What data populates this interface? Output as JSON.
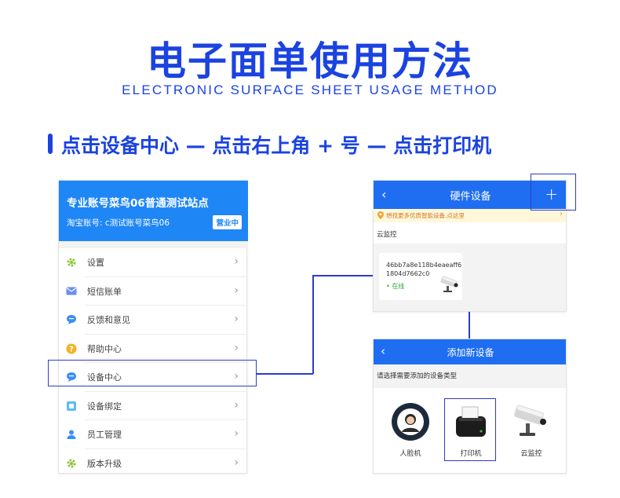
{
  "header": {
    "title": "电子面单使用方法",
    "subtitle": "ELECTRONIC SURFACE SHEET USAGE METHOD"
  },
  "step": {
    "text": "点击设备中心 — 点击右上角 + 号 — 点击打印机"
  },
  "account_panel": {
    "title": "专业账号菜鸟06普通测试站点",
    "subtitle": "淘宝账号: c测试账号菜鸟06",
    "badge": "营业中",
    "menu": [
      {
        "label": "设置",
        "icon": "gear-icon"
      },
      {
        "label": "短信账单",
        "icon": "mail-icon"
      },
      {
        "label": "反馈和意见",
        "icon": "chat-bubble-icon"
      },
      {
        "label": "帮助中心",
        "icon": "help-icon"
      },
      {
        "label": "设备中心",
        "icon": "chat-bubble-icon"
      },
      {
        "label": "设备绑定",
        "icon": "device-bind-icon"
      },
      {
        "label": "员工管理",
        "icon": "person-icon"
      },
      {
        "label": "版本升级",
        "icon": "gear-icon"
      }
    ],
    "arrow": "›"
  },
  "hardware_panel": {
    "back": "‹",
    "title": "硬件设备",
    "plus": "+",
    "notice": "想找更多优质智能设备,点这里",
    "notice_arrow": "›",
    "section": "云监控",
    "device_id": "46bb7a8e118b4eaeaff61804d7662c0",
    "device_status": "• 在线"
  },
  "add_panel": {
    "back": "‹",
    "title": "添加新设备",
    "prompt": "请选择需要添加的设备类型",
    "devices": [
      {
        "label": "人脸机"
      },
      {
        "label": "打印机"
      },
      {
        "label": "云监控"
      }
    ]
  },
  "colors": {
    "brand": "#1b43e0",
    "header_blue": "#1f86f6",
    "panel_blue": "#1f6ef2",
    "highlight": "#2d3cc9"
  }
}
